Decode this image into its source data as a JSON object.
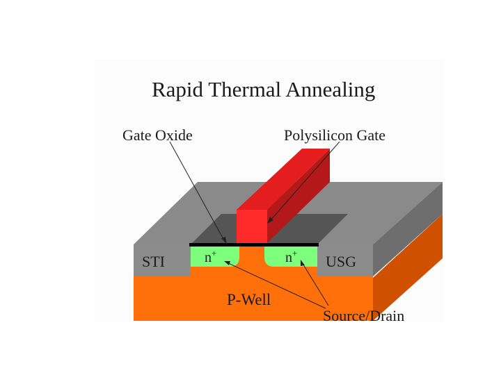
{
  "title": "Rapid Thermal Annealing",
  "labels": {
    "gate_oxide": "Gate Oxide",
    "polysilicon_gate": "Polysilicon Gate",
    "sti": "STI",
    "usg": "USG",
    "n_plus_left_base": "n",
    "n_plus_left_sup": "+",
    "n_plus_right_base": "n",
    "n_plus_right_sup": "+",
    "p_well": "P-Well",
    "source_drain": "Source/Drain"
  },
  "colors": {
    "oxide_gray": "#8c8c8c",
    "oxide_gray_top": "#8a8a8a",
    "oxide_gray_side": "#6e6e6e",
    "active_area_dark": "#555555",
    "polysilicon_red": "#ff2a2a",
    "polysilicon_top": "#e41e1e",
    "polysilicon_side": "#b51818",
    "p_well_orange": "#ff6f0a",
    "p_well_side": "#cf5000",
    "n_plus_green": "#7dff7d",
    "gate_oxide_black": "#000000"
  }
}
